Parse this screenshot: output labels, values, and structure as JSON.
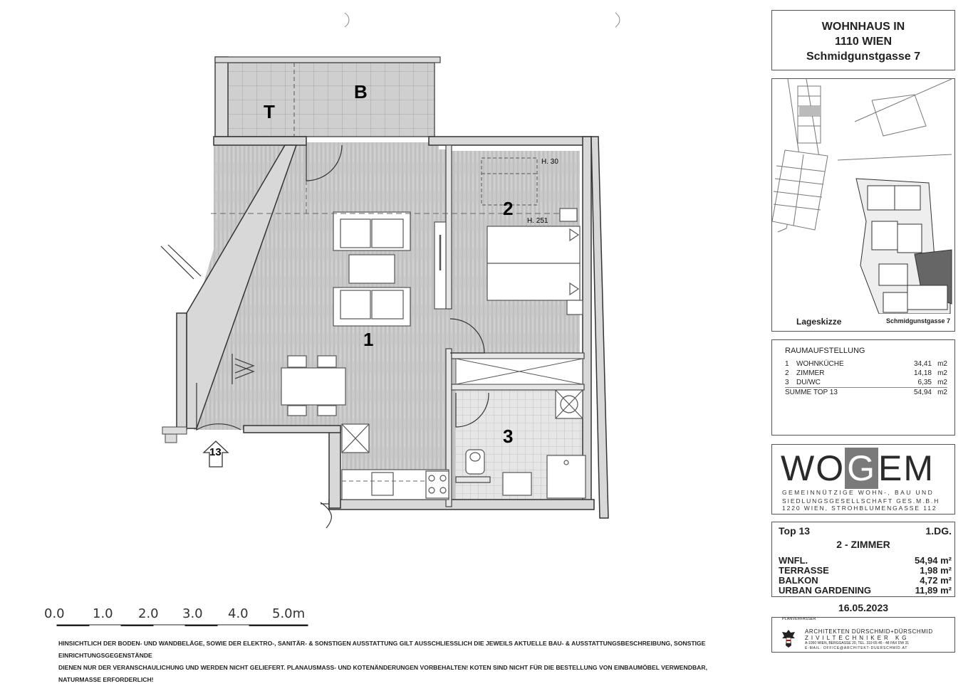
{
  "header": {
    "line1": "WOHNHAUS IN",
    "line2": "1110 WIEN",
    "line3": "Schmidgunstgasse 7"
  },
  "site_plan": {
    "caption": "Lageskizze",
    "street": "Schmidgunstgasse 7"
  },
  "room_list": {
    "heading": "RAUMAUFSTELLUNG",
    "rooms": [
      {
        "num": "1",
        "name": "WOHNKÜCHE",
        "area": "34,41",
        "unit": "m2"
      },
      {
        "num": "2",
        "name": "ZIMMER",
        "area": "14,18",
        "unit": "m2"
      },
      {
        "num": "3",
        "name": "DU/WC",
        "area": "6,35",
        "unit": "m2"
      }
    ],
    "sum_label": "SUMME TOP 13",
    "sum_area": "54,94",
    "sum_unit": "m2"
  },
  "logo": {
    "wo": "WO",
    "g": "G",
    "em": "EM",
    "line1": "GEMEINNÜTZIGE WOHN-, BAU UND",
    "line2": "SIEDLUNGSGESELLSCHAFT GES.M.B.H",
    "line3": "1220 WIEN, STROHBLUMENGASSE 112"
  },
  "unit_info": {
    "top": "Top 13",
    "floor": "1.DG.",
    "type": "2 - ZIMMER",
    "rows": [
      {
        "label": "WNFL.",
        "value": "54,94 m²"
      },
      {
        "label": "TERRASSE",
        "value": "1,98 m²"
      },
      {
        "label": "BALKON",
        "value": "4,72 m²"
      },
      {
        "label": "URBAN GARDENING",
        "value": "11,89 m²"
      }
    ],
    "date": "16.05.2023"
  },
  "architect": {
    "label": "PLANVERFASSER",
    "line1": "ARCHITEKTEN DÜRSCHMID+DÜRSCHMID",
    "line2": "ZIVILTECHNIKER KG",
    "line3": "A-1050 WIEN, BERGGASSE 20, TEL. 319 65 46 - 48 FAX DW 31",
    "line4": "E-MAIL: OFFICE@ARCHITEKT-DUERSCHMID.AT"
  },
  "plan": {
    "label_b": "B",
    "label_t": "T",
    "room1": "1",
    "room2": "2",
    "room3": "3",
    "h30": "H. 30",
    "h251": "H. 251",
    "entry": "13"
  },
  "scale": {
    "labels": [
      "0.0",
      "1.0",
      "2.0",
      "3.0",
      "4.0",
      "5.0m"
    ]
  },
  "disclaimer": {
    "line1": "HINSICHTLICH DER BODEN- UND WANDBELÄGE, SOWIE DER ELEKTRO-, SANITÄR- & SONSTIGEN AUSSTATTUNG GILT AUSSCHLIESSLICH DIE JEWEILS AKTUELLE BAU- & AUSSTATTUNGSBESCHREIBUNG, SONSTIGE EINRICHTUNGSGEGENSTÄNDE",
    "line2": "DIENEN NUR DER VERANSCHAULICHUNG UND WERDEN NICHT GELIEFERT. PLANAUSMASS- UND KOTENÄNDERUNGEN VORBEHALTEN! KOTEN SIND NICHT FÜR DIE BESTELLUNG VON EINBAUMÖBEL VERWENDBAR, NATURMASSE ERFORDERLICH!"
  }
}
